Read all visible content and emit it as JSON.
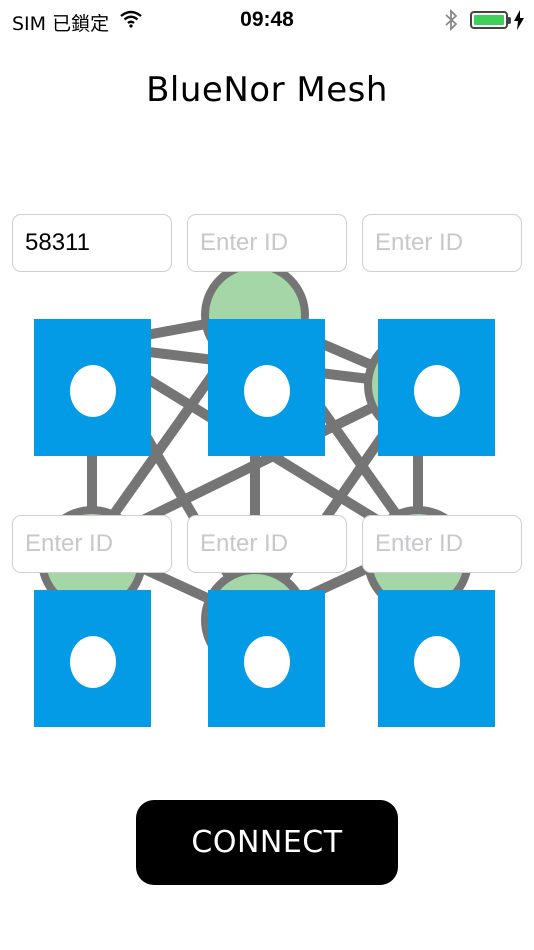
{
  "status_bar": {
    "carrier": "SIM 已鎖定",
    "time": "09:48",
    "wifi_icon": "wifi-icon",
    "bluetooth_icon": "bluetooth-icon",
    "battery_icon": "battery-icon",
    "charging_icon": "charging-bolt-icon",
    "battery_level": 1.0,
    "battery_color": "#3ed05a"
  },
  "app": {
    "title": "BlueNor Mesh"
  },
  "id_fields": [
    {
      "value": "58311",
      "placeholder": "Enter ID"
    },
    {
      "value": "",
      "placeholder": "Enter ID"
    },
    {
      "value": "",
      "placeholder": "Enter ID"
    },
    {
      "value": "",
      "placeholder": "Enter ID"
    },
    {
      "value": "",
      "placeholder": "Enter ID"
    },
    {
      "value": "",
      "placeholder": "Enter ID"
    }
  ],
  "nodes": [
    "node",
    "node",
    "node",
    "node",
    "node",
    "node"
  ],
  "colors": {
    "node": "#039be5",
    "mesh_line": "#757575",
    "mesh_circle": "#a5d6a7",
    "button": "#000000"
  },
  "connect_button": {
    "label": "CONNECT"
  }
}
